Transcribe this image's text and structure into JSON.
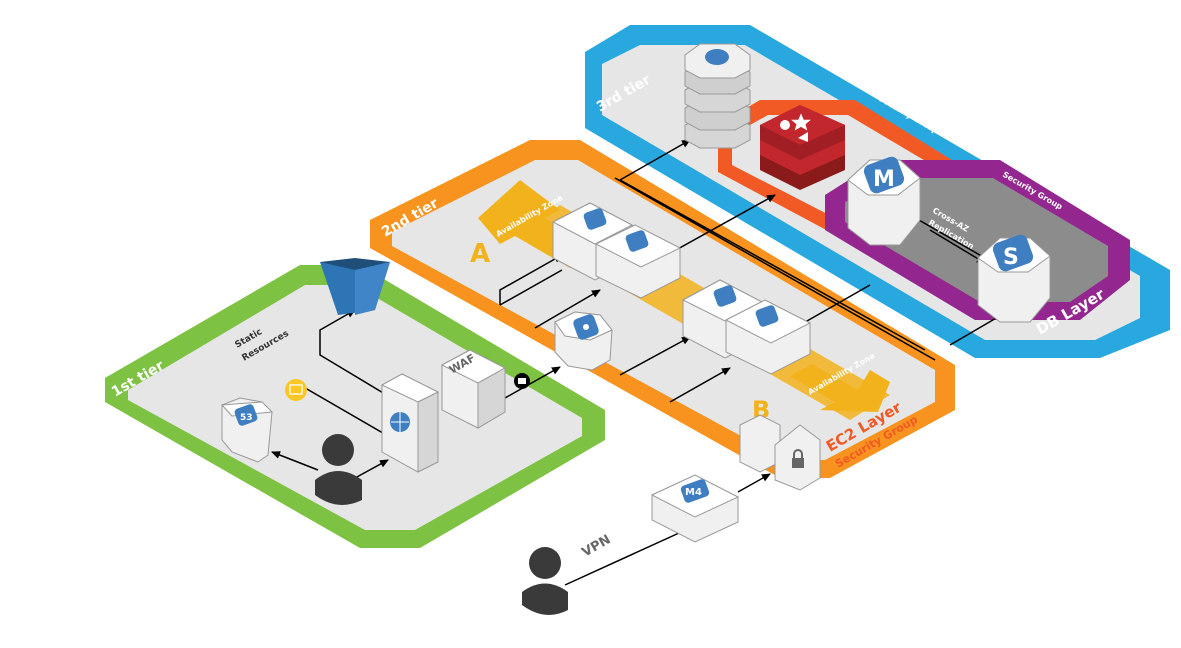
{
  "tiers": {
    "first": "1st tier",
    "second": "2nd tier",
    "third": "3rd tier"
  },
  "zones": {
    "az_label_top": "Availability Zone",
    "az_label_bottom": "Availability Zone",
    "az_a": "A",
    "az_b": "B"
  },
  "layers": {
    "ec2": "EC2 Layer",
    "ec2_sg": "Security Group",
    "db": "DB Layer",
    "cache_sg": "Security Group",
    "db_sg": "Security Group"
  },
  "labels": {
    "static_line1": "Static",
    "static_line2": "Resources",
    "waf": "WAF",
    "route53": "53",
    "cross_az_line1": "Cross-AZ",
    "cross_az_line2": "Replication",
    "db_master": "M",
    "db_slave": "S",
    "nat_type": "M4",
    "vpn": "VPN"
  },
  "colors": {
    "tier1": "#7dc243",
    "tier2": "#f7931e",
    "tier3": "#29a8e0",
    "cache_sg": "#f15a24",
    "db_sg": "#93278f",
    "az_arrow": "#f2b21b",
    "ec2_text": "#f15a24",
    "db_text": "#ffffff",
    "icon_blue": "#3f7fc1",
    "redis": "#c1272d",
    "bucket": "#2e75b6",
    "user": "#3a3a3a",
    "panel": "#e6e6e6"
  },
  "icons": {
    "route53": "route53-icon",
    "bucket": "s3-bucket-icon",
    "cloudfront": "globe-icon",
    "elb": "load-balancer-icon",
    "ec2": "ec2-instance-icon",
    "dynamodb": "dynamodb-icon",
    "redis": "redis-icon",
    "lock": "lock-icon",
    "key": "key-icon",
    "user": "user-icon"
  }
}
